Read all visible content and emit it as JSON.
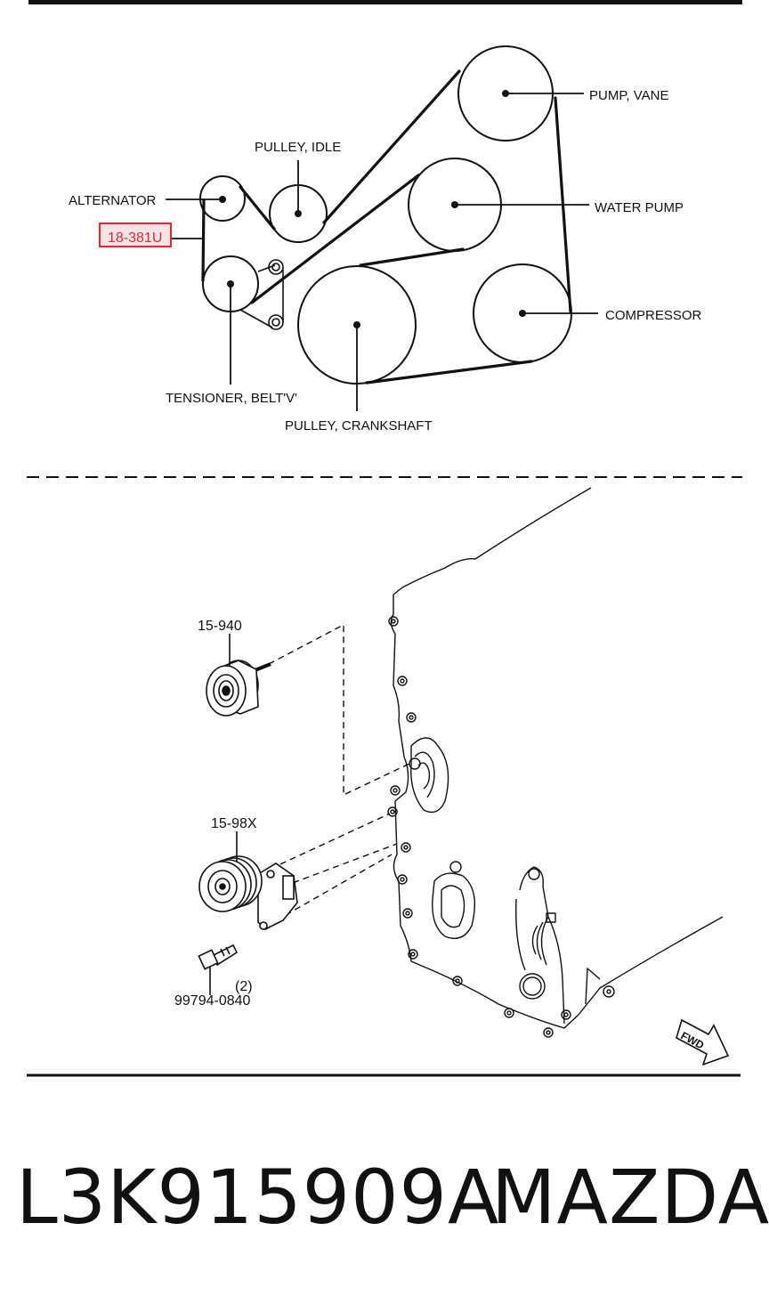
{
  "belt_diagram": {
    "labels": {
      "pump_vane": "PUMP, VANE",
      "pulley_idle": "PULLEY, IDLE",
      "alternator": "ALTERNATOR",
      "water_pump": "WATER PUMP",
      "highlighted_part": "18-381U",
      "compressor": "COMPRESSOR",
      "tensioner": "TENSIONER, BELT'V'",
      "crankshaft": "PULLEY, CRANKSHAFT"
    }
  },
  "exploded_view": {
    "part_idler": "15-940",
    "part_tensioner": "15-98X",
    "part_bolt": "99794-0840",
    "bolt_qty": "(2)",
    "fwd_label": "FWD"
  },
  "footer": {
    "part_number": "L3K915909A",
    "brand": "MAZDA"
  },
  "colors": {
    "line": "#111111",
    "highlight_border": "#e0282f",
    "highlight_fill": "#fde3e6"
  }
}
